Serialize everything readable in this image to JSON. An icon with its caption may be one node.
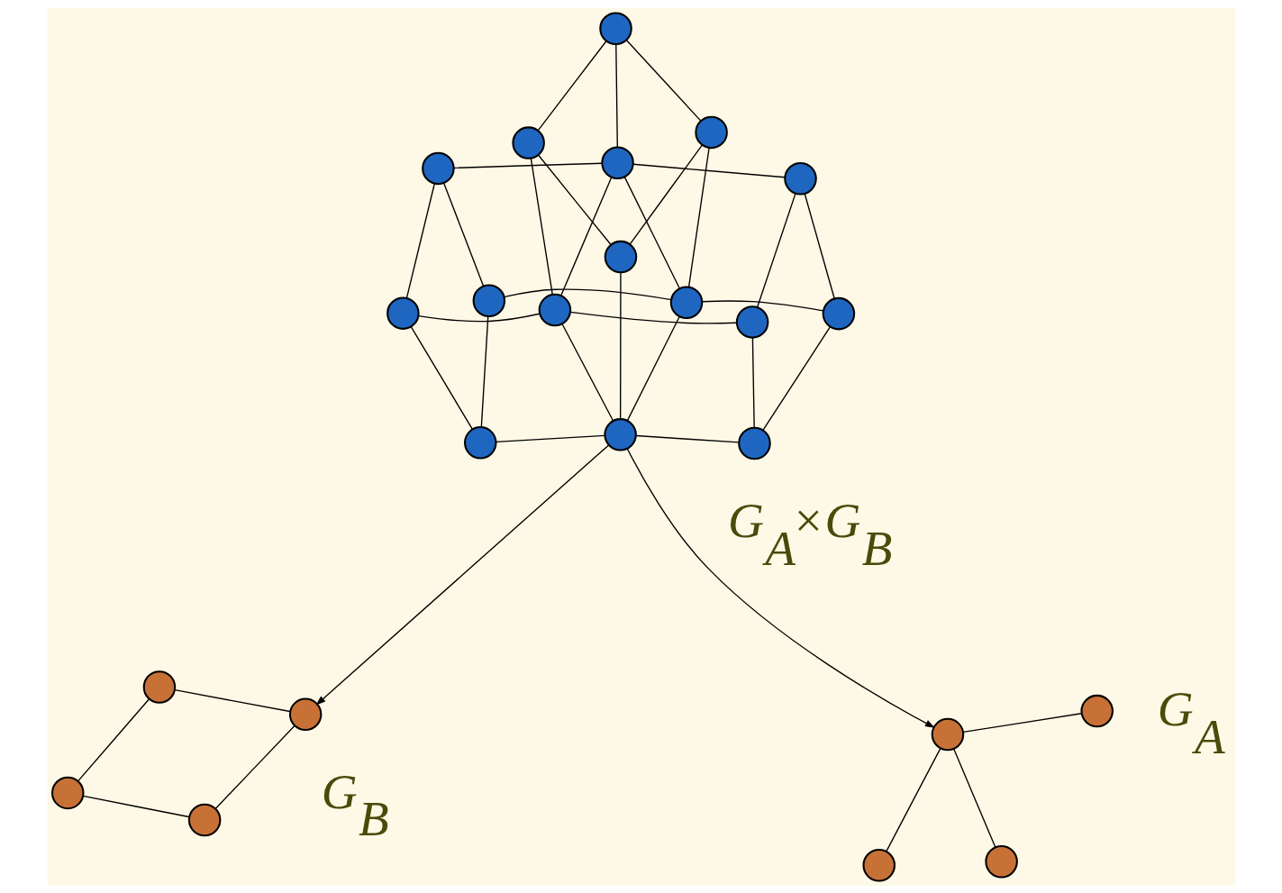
{
  "diagram": {
    "nodes": [
      {
        "text": [],
        "shape": "circle"
      },
      {
        "text": [],
        "shape": "circle"
      },
      {
        "text": [],
        "shape": "circle"
      },
      {
        "text": [],
        "shape": "circle"
      },
      {
        "text": [],
        "shape": "circle"
      },
      {
        "text": [],
        "shape": "circle"
      },
      {
        "text": [],
        "shape": "circle"
      },
      {
        "text": [],
        "shape": "circle"
      },
      {
        "text": [],
        "shape": "circle"
      },
      {
        "text": [],
        "shape": "circle"
      },
      {
        "text": [],
        "shape": "circle"
      },
      {
        "text": [],
        "shape": "circle"
      },
      {
        "text": [],
        "shape": "circle"
      },
      {
        "text": [],
        "shape": "circle"
      },
      {
        "text": [],
        "shape": "circle"
      },
      {
        "text": [],
        "shape": "circle"
      },
      {
        "text": [],
        "shape": "circle"
      },
      {
        "text": [],
        "shape": "circle"
      },
      {
        "text": [],
        "shape": "circle"
      },
      {
        "text": [],
        "shape": "circle"
      },
      {
        "text": [],
        "shape": "circle"
      },
      {
        "text": [],
        "shape": "circle"
      },
      {
        "text": [],
        "shape": "circle"
      },
      {
        "text": [],
        "shape": "circle"
      }
    ],
    "edges": [
      {
        "from": 0,
        "to": 1,
        "arrow": "none"
      },
      {
        "from": 1,
        "to": 2,
        "arrow": "none"
      },
      {
        "from": 1,
        "to": 3,
        "arrow": "none"
      },
      {
        "from": 4,
        "to": 5,
        "arrow": "none"
      },
      {
        "from": 4,
        "to": 6,
        "arrow": "none"
      },
      {
        "from": 5,
        "to": 7,
        "arrow": "none"
      },
      {
        "from": 6,
        "to": 7,
        "arrow": "none"
      },
      {
        "from": 8,
        "to": 9,
        "arrow": "none"
      },
      {
        "from": 8,
        "to": 10,
        "arrow": "none"
      },
      {
        "from": 9,
        "to": 11,
        "arrow": "none"
      },
      {
        "from": 10,
        "to": 11,
        "arrow": "none"
      },
      {
        "from": 12,
        "to": 13,
        "arrow": "none"
      },
      {
        "from": 12,
        "to": 14,
        "arrow": "none"
      },
      {
        "from": 13,
        "to": 15,
        "arrow": "none"
      },
      {
        "from": 14,
        "to": 15,
        "arrow": "none"
      },
      {
        "from": 16,
        "to": 17,
        "arrow": "none"
      },
      {
        "from": 16,
        "to": 18,
        "arrow": "none"
      },
      {
        "from": 17,
        "to": 19,
        "arrow": "none"
      },
      {
        "from": 18,
        "to": 19,
        "arrow": "none"
      },
      {
        "from": 20,
        "to": 21,
        "arrow": "none"
      },
      {
        "from": 20,
        "to": 22,
        "arrow": "none"
      },
      {
        "from": 21,
        "to": 23,
        "arrow": "none"
      },
      {
        "from": 22,
        "to": 23,
        "arrow": "none"
      },
      {
        "from": 8,
        "to": 12,
        "arrow": "none"
      },
      {
        "from": 9,
        "to": 13,
        "arrow": "none"
      },
      {
        "from": 10,
        "to": 14,
        "arrow": "none"
      },
      {
        "from": 11,
        "to": 15,
        "arrow": "none"
      },
      {
        "from": 12,
        "to": 16,
        "arrow": "none"
      },
      {
        "from": 13,
        "to": 17,
        "arrow": "none"
      },
      {
        "from": 14,
        "to": 18,
        "arrow": "none"
      },
      {
        "from": 15,
        "to": 19,
        "arrow": "none"
      },
      {
        "from": 12,
        "to": 20,
        "arrow": "none"
      },
      {
        "from": 13,
        "to": 21,
        "arrow": "none"
      },
      {
        "from": 14,
        "to": 22,
        "arrow": "none"
      },
      {
        "from": 15,
        "to": 23,
        "arrow": "none"
      },
      {
        "from": 12,
        "to": 1,
        "arrow": "to"
      },
      {
        "from": 12,
        "to": 4,
        "arrow": "to"
      }
    ],
    "labels": [
      "G$_{A}$×G$_{B}$",
      "G$_{A}$",
      "G$_{B}$"
    ]
  }
}
